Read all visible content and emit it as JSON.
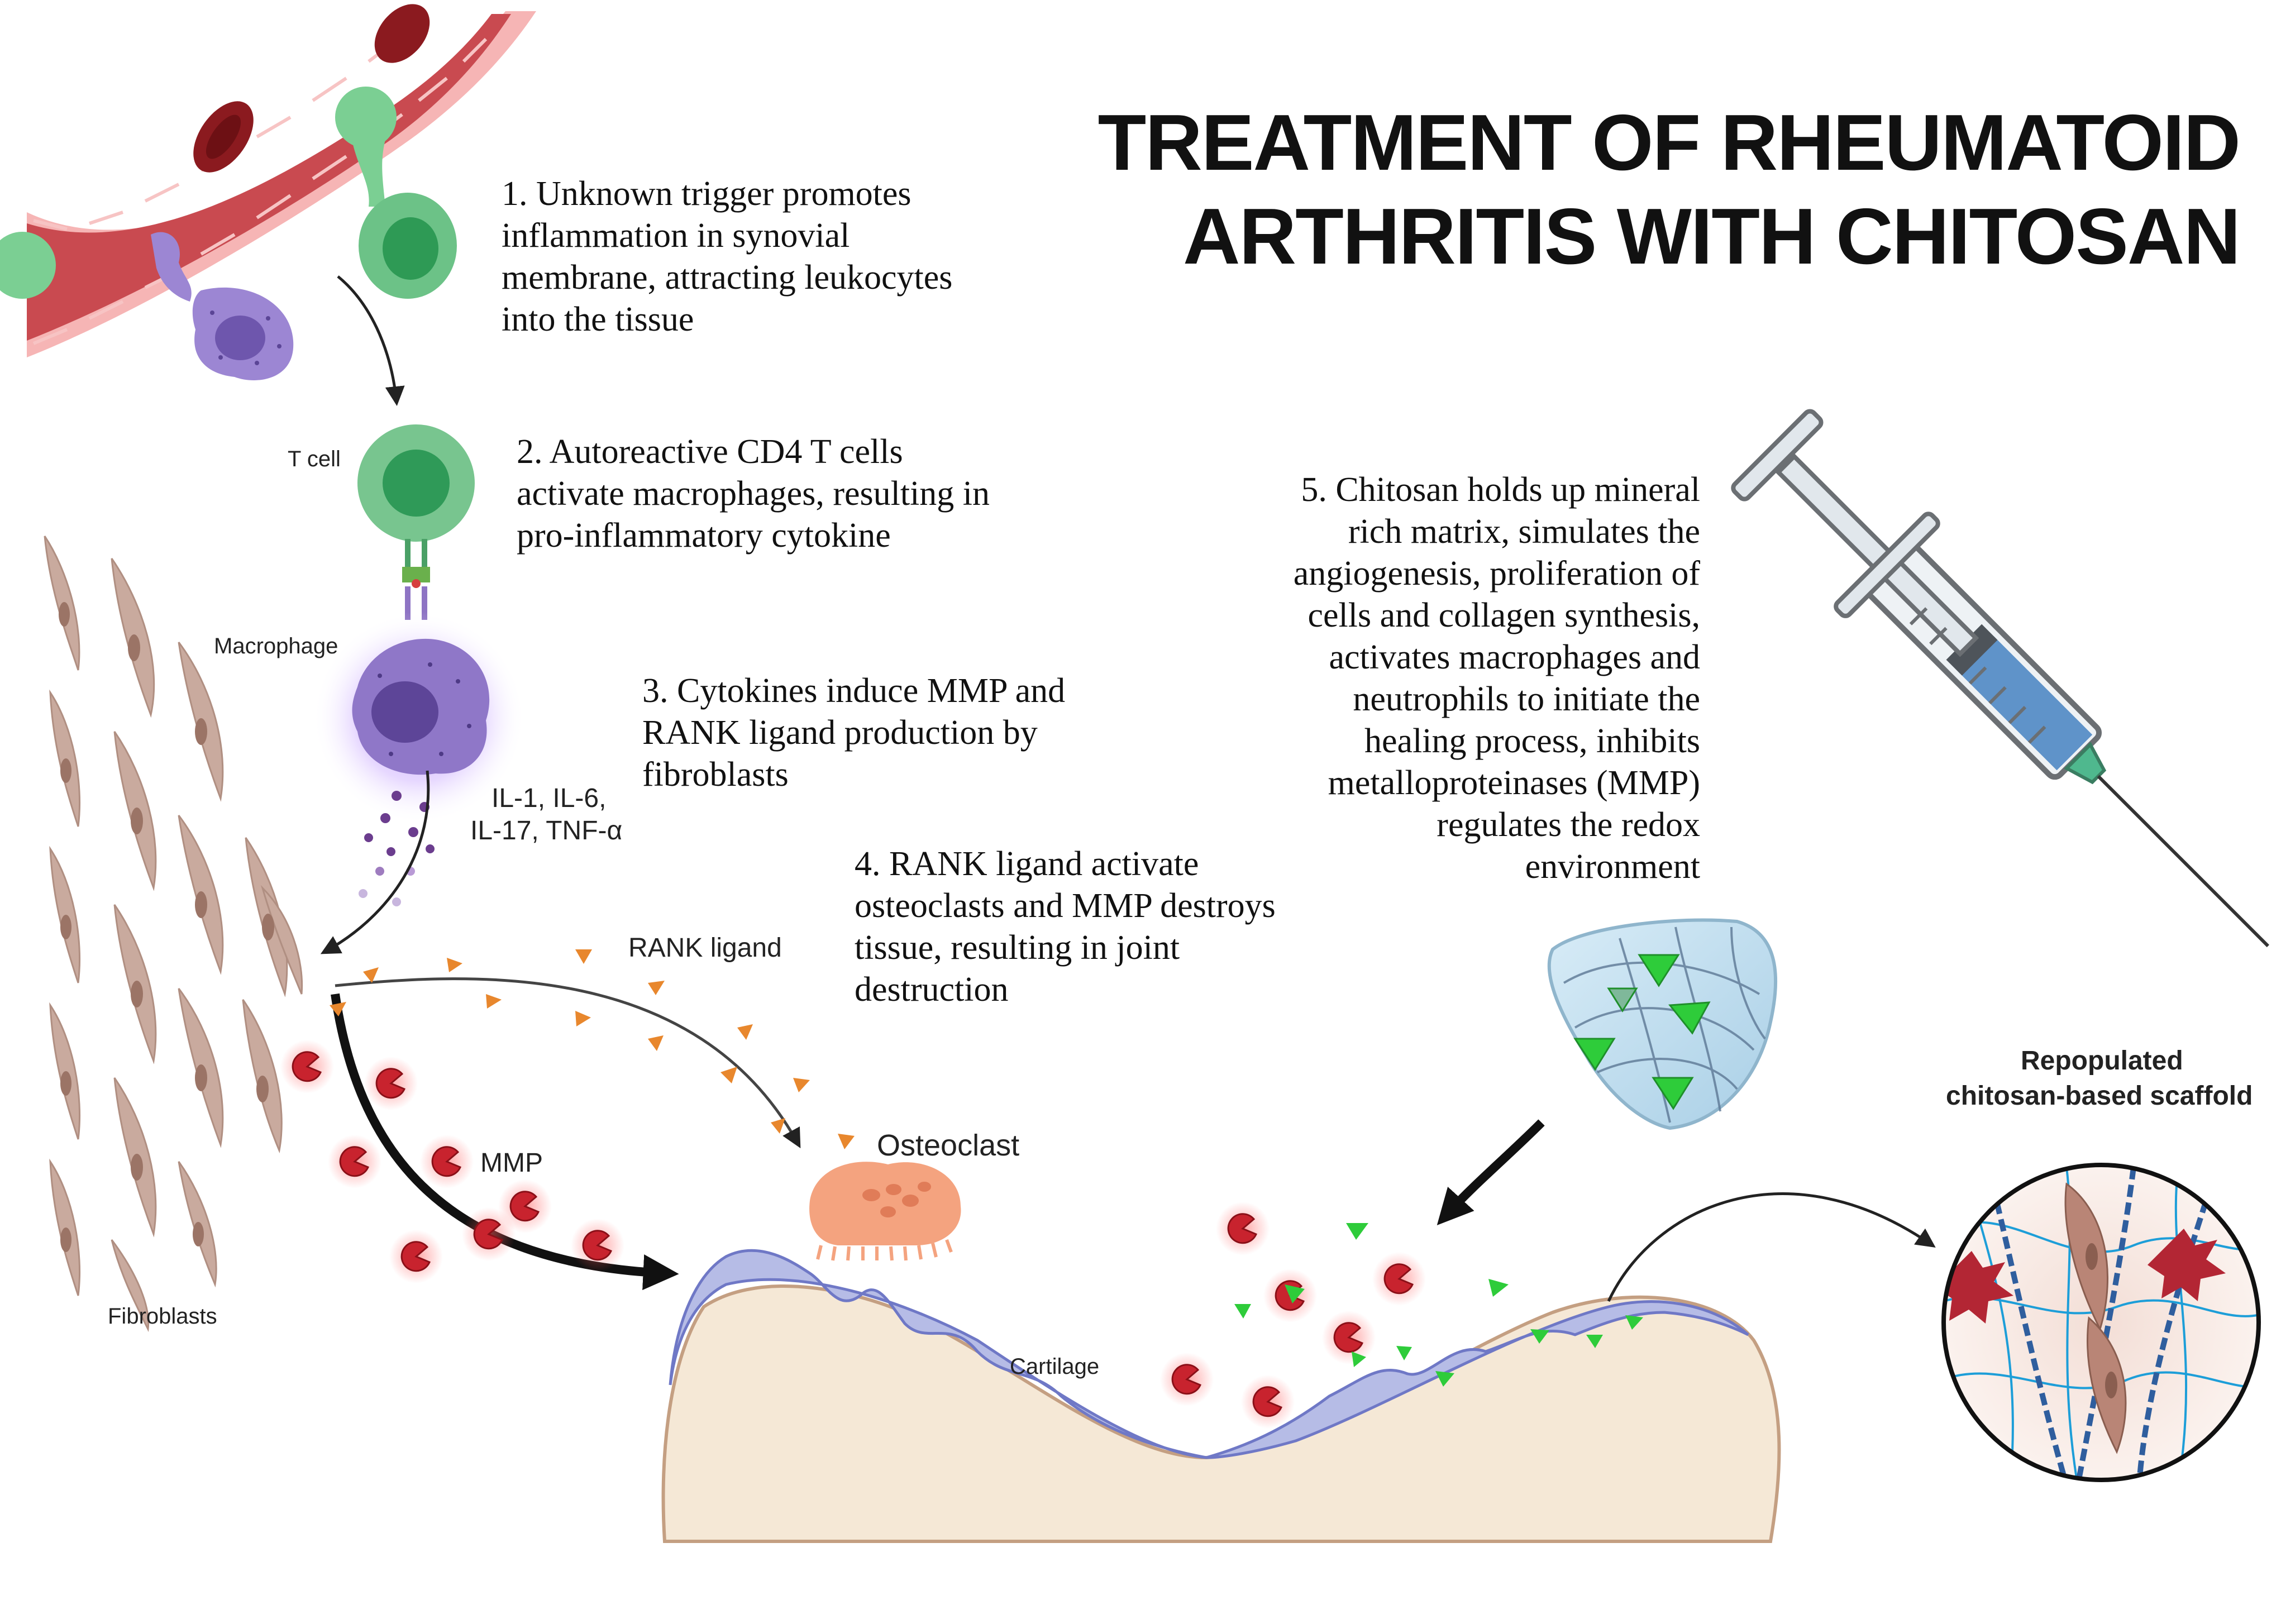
{
  "title": {
    "line1": "TREATMENT OF RHEUMATOID",
    "line2": "ARTHRITIS WITH CHITOSAN"
  },
  "steps": {
    "s1": "1. Unknown trigger promotes\ninflammation in synovial\nmembrane, attracting leukocytes\ninto the tissue",
    "s2": "2. Autoreactive CD4 T cells\nactivate macrophages, resulting in\npro-inflammatory cytokine",
    "s3": "3. Cytokines induce MMP and\nRANK ligand production by\nfibroblasts",
    "s4": "4. RANK ligand activate\nosteoclasts and MMP destroys\ntissue, resulting in joint\ndestruction",
    "s5": "5. Chitosan holds up mineral\nrich matrix, simulates the\nangiogenesis, proliferation of\ncells and collagen synthesis,\nactivates macrophages and\nneutrophils to initiate the\nhealing process, inhibits\nmetalloproteinases (MMP)\nregulates the redox\nenvironment"
  },
  "labels": {
    "t_cell": "T cell",
    "macrophage": "Macrophage",
    "cytokines_line1": "IL-1, IL-6,",
    "cytokines_line2": "IL-17, TNF-α",
    "rank_ligand": "RANK ligand",
    "osteoclast": "Osteoclast",
    "mmp": "MMP",
    "fibroblasts": "Fibroblasts",
    "cartilage": "Cartilage",
    "scaffold_line1": "Repopulated",
    "scaffold_line2": "chitosan-based scaffold"
  },
  "colors": {
    "vessel": "#c94a50",
    "vessel_wall": "#f2a6a6",
    "t_cell": "#5fb57a",
    "macrophage": "#8e74c4",
    "fibroblast": "#c7a79a",
    "rank_ligand": "#e8872d",
    "mmp": "#d6313b",
    "osteoclast": "#f2a07c",
    "bone": "#f5e8d6",
    "cartilage": "#b8bde6",
    "syringe_fluid": "#5f93c9",
    "chitosan": "#2ecc3a"
  },
  "icons": [
    "blood-vessel-icon",
    "red-blood-cell-icon",
    "t-cell-icon",
    "macrophage-icon",
    "fibroblast-icon",
    "osteoclast-icon",
    "rank-ligand-icon",
    "mmp-icon",
    "syringe-icon",
    "hydrogel-icon",
    "scaffold-icon",
    "bone-icon"
  ]
}
